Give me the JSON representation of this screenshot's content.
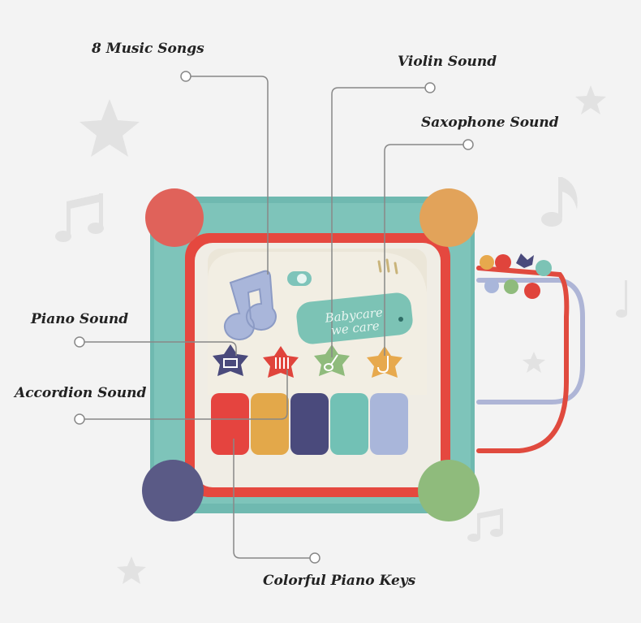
{
  "callouts": {
    "songs": "8 Music Songs",
    "violin": "Violin Sound",
    "saxophone": "Saxophone Sound",
    "piano": "Piano Sound",
    "accordion": "Accordion Sound",
    "keys": "Colorful Piano Keys"
  },
  "brand_panel": {
    "line1": "Babycare",
    "line2": "we care"
  },
  "icons": [
    "music-note-icon",
    "piano-icon",
    "accordion-icon",
    "violin-icon",
    "saxophone-icon",
    "star-icon"
  ],
  "colors": {
    "background": "#f3f3f3",
    "toy_body": "#6fb9b0",
    "frame_red": "#e5483f",
    "panel_cream": "#f2eee3",
    "key_red": "#e5443f",
    "key_yellow": "#e3a84a",
    "key_navy": "#4a4a7c",
    "key_teal": "#72c1b5",
    "key_lavender": "#a9b6da",
    "corner_red": "#e0625a",
    "corner_orange": "#e2a35a",
    "corner_purple": "#5a5a86",
    "corner_green": "#8fbb7c"
  }
}
